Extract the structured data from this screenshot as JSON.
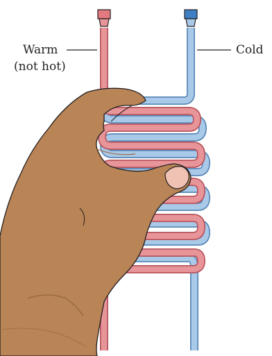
{
  "labels": {
    "warm": "Warm",
    "warm_sub": "(not hot)",
    "cold": "Cold"
  },
  "colors": {
    "warm_pipe": "#e8959a",
    "warm_pipe_edge": "#b8555e",
    "cold_pipe": "#a9c9e8",
    "cold_pipe_edge": "#5a89b8",
    "cap_warm": "#e27a7f",
    "cap_cold": "#3f7fc4",
    "skin": "#b98456",
    "skin_shadow": "#9a6a40",
    "nail": "#f0c2b4",
    "outline": "#231f20"
  },
  "icons": [
    "warm-pipe-cap-icon",
    "cold-pipe-cap-icon",
    "hand-icon"
  ]
}
